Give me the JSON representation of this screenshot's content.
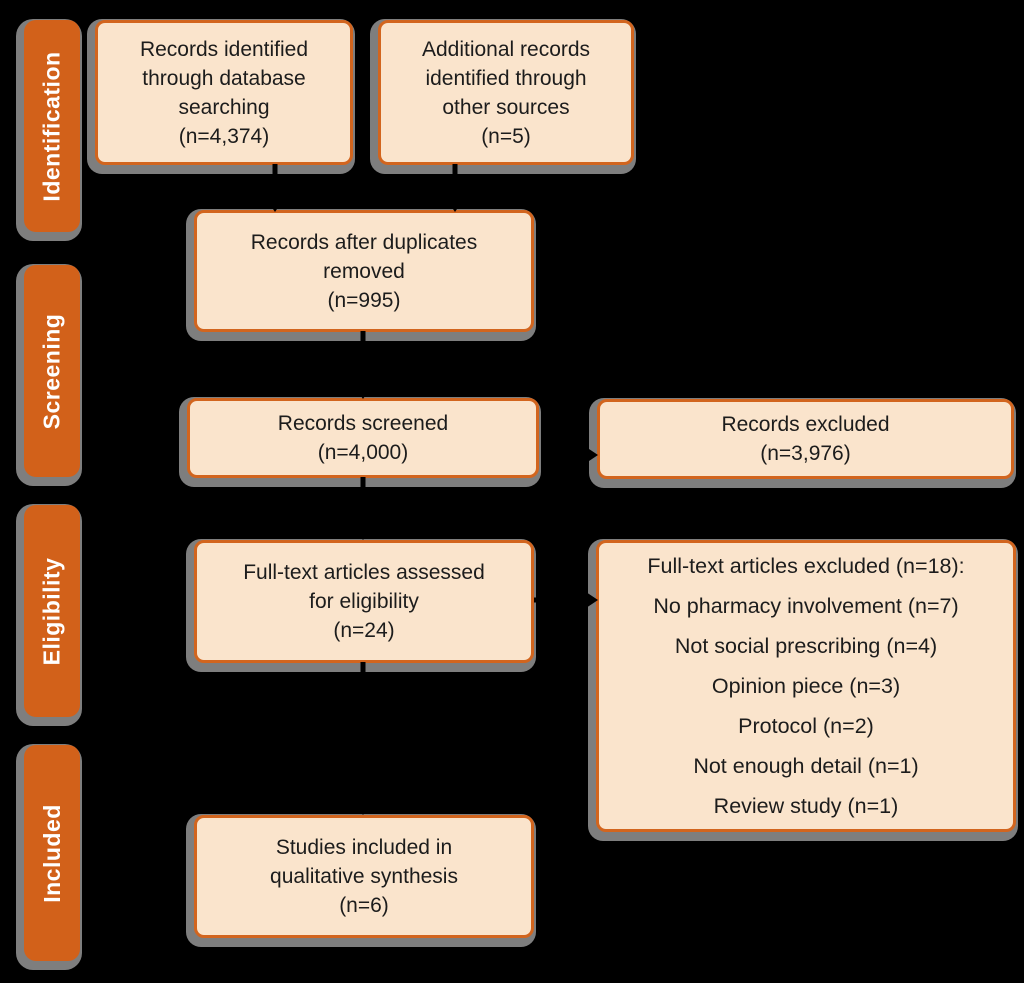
{
  "colors": {
    "background": "#000000",
    "bar": "#d2611a",
    "box_fill": "#fae4cc",
    "box_border": "#d2651e",
    "shadow": "#7e7e7e",
    "text": "#1c1c1c",
    "bar_text": "#ffffff",
    "arrow": "#000000"
  },
  "stages": [
    {
      "label": "Identification"
    },
    {
      "label": "Screening"
    },
    {
      "label": "Eligibility"
    },
    {
      "label": "Included"
    }
  ],
  "boxes": {
    "identified": "Records identified\nthrough database\nsearching\n(n=4,374)",
    "additional": "Additional records\nidentified through\nother sources\n(n=5)",
    "duplicates": "Records after duplicates\nremoved\n(n=995)",
    "screened": "Records screened\n(n=4,000)",
    "excluded": "Records excluded\n(n=3,976)",
    "fulltext_assessed": "Full-text articles assessed\nfor eligibility\n(n=24)",
    "fulltext_excluded": "Full-text articles excluded (n=18):\nNo pharmacy involvement (n=7)\nNot social prescribing (n=4)\nOpinion piece (n=3)\nProtocol (n=2)\nNot enough detail (n=1)\nReview study (n=1)",
    "included_studies": "Studies included in\nqualitative synthesis\n(n=6)"
  }
}
